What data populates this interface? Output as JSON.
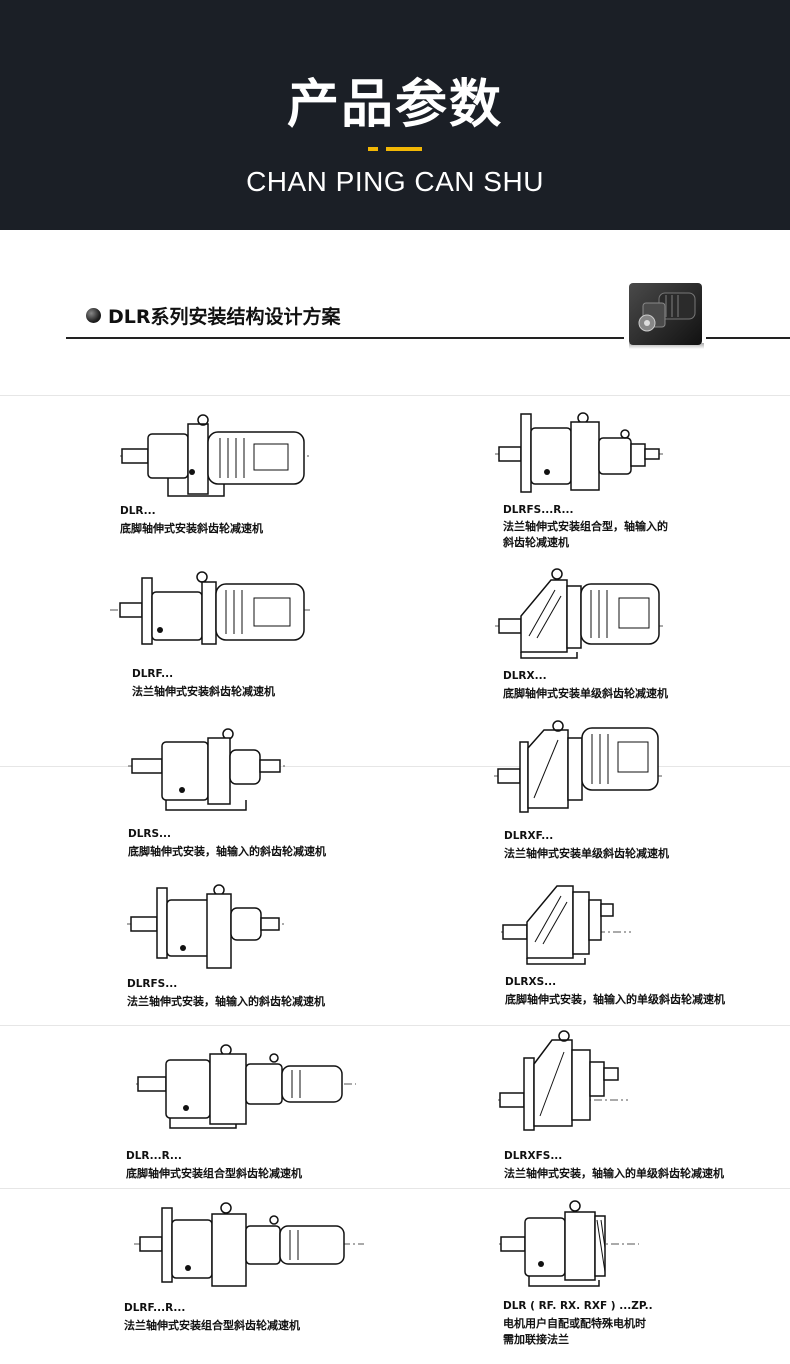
{
  "header": {
    "title": "产品参数",
    "subtitle": "CHAN PING CAN SHU",
    "accent_color": "#f2b705",
    "background_color": "#1b1f26"
  },
  "section": {
    "title": "DLR系列安装结构设计方案",
    "thumbnail_icon": "gear-motor-photo-icon"
  },
  "models": [
    {
      "code": "DLR...",
      "desc": "底脚轴伸式安装斜齿轮减速机",
      "desc2": "",
      "icon": "foot-mounted-gearmotor-icon"
    },
    {
      "code": "DLRFS...R...",
      "desc": "法兰轴伸式安装组合型，轴输入的",
      "desc2": "斜齿轮减速机",
      "icon": "flange-combined-input-shaft-icon"
    },
    {
      "code": "DLRF...",
      "desc": "法兰轴伸式安装斜齿轮减速机",
      "desc2": "",
      "icon": "flange-mounted-gearmotor-icon"
    },
    {
      "code": "DLRX...",
      "desc": "底脚轴伸式安装单级斜齿轮减速机",
      "desc2": "",
      "icon": "foot-single-stage-gearmotor-icon"
    },
    {
      "code": "DLRS...",
      "desc": "底脚轴伸式安装，轴输入的斜齿轮减速机",
      "desc2": "",
      "icon": "foot-input-shaft-reducer-icon"
    },
    {
      "code": "DLRXF...",
      "desc": "法兰轴伸式安装单级斜齿轮减速机",
      "desc2": "",
      "icon": "flange-single-stage-gearmotor-icon"
    },
    {
      "code": "DLRFS...",
      "desc": "法兰轴伸式安装，轴输入的斜齿轮减速机",
      "desc2": "",
      "icon": "flange-input-shaft-reducer-icon"
    },
    {
      "code": "DLRXS...",
      "desc": "底脚轴伸式安装，轴输入的单级斜齿轮减速机",
      "desc2": "",
      "icon": "foot-single-stage-input-shaft-icon"
    },
    {
      "code": "DLR...R...",
      "desc": "底脚轴伸式安装组合型斜齿轮减速机",
      "desc2": "",
      "icon": "foot-combined-gearmotor-icon"
    },
    {
      "code": "DLRXFS...",
      "desc": "法兰轴伸式安装，轴输入的单级斜齿轮减速机",
      "desc2": "",
      "icon": "flange-single-stage-input-shaft-icon"
    },
    {
      "code": "DLRF...R...",
      "desc": "法兰轴伸式安装组合型斜齿轮减速机",
      "desc2": "",
      "icon": "flange-combined-gearmotor-icon"
    },
    {
      "code": "DLR ( RF. RX. RXF ) ...ZP..",
      "desc": "电机用户自配或配特殊电机时",
      "desc2": "需加联接法兰",
      "icon": "custom-motor-adapter-flange-icon"
    }
  ]
}
